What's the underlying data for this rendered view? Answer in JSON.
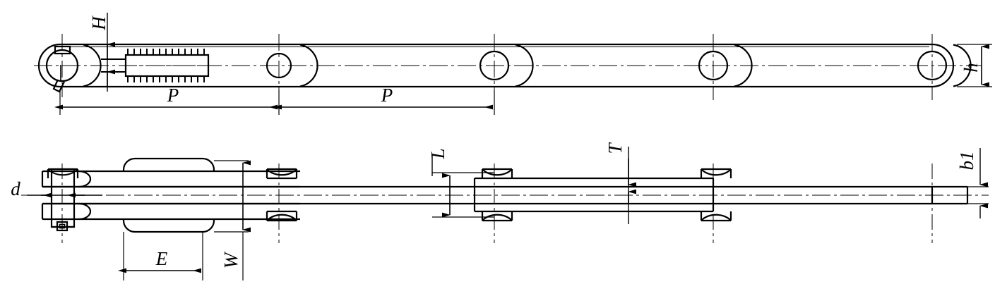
{
  "drawing": {
    "title": "Conveyor chain link assembly drawing",
    "line_color": "#000000",
    "background_color": "#ffffff",
    "views": [
      {
        "name": "side-elevation-view",
        "label": ""
      },
      {
        "name": "plan-view",
        "label": ""
      }
    ]
  },
  "dimensions": {
    "top_view": [
      {
        "id": "H",
        "label": "H",
        "name": "dimension-label-h-upper",
        "orientation": "vertical"
      },
      {
        "id": "P1",
        "label": "P",
        "name": "dimension-label-p-first",
        "orientation": "horizontal"
      },
      {
        "id": "P2",
        "label": "P",
        "name": "dimension-label-p-second",
        "orientation": "horizontal"
      },
      {
        "id": "h",
        "label": "h",
        "name": "dimension-label-h-lower",
        "orientation": "vertical"
      }
    ],
    "bottom_view": [
      {
        "id": "d",
        "label": "d",
        "name": "dimension-label-d",
        "orientation": "horizontal"
      },
      {
        "id": "E",
        "label": "E",
        "name": "dimension-label-e",
        "orientation": "horizontal"
      },
      {
        "id": "W",
        "label": "W",
        "name": "dimension-label-w",
        "orientation": "vertical"
      },
      {
        "id": "L",
        "label": "L",
        "name": "dimension-label-l",
        "orientation": "vertical"
      },
      {
        "id": "T",
        "label": "T",
        "name": "dimension-label-t",
        "orientation": "vertical"
      },
      {
        "id": "b1",
        "label": "b1",
        "name": "dimension-label-b1",
        "orientation": "vertical"
      }
    ]
  },
  "features": {
    "pin_count_top_view": 5,
    "attachment_count": 1,
    "pitch_segments": 2
  }
}
